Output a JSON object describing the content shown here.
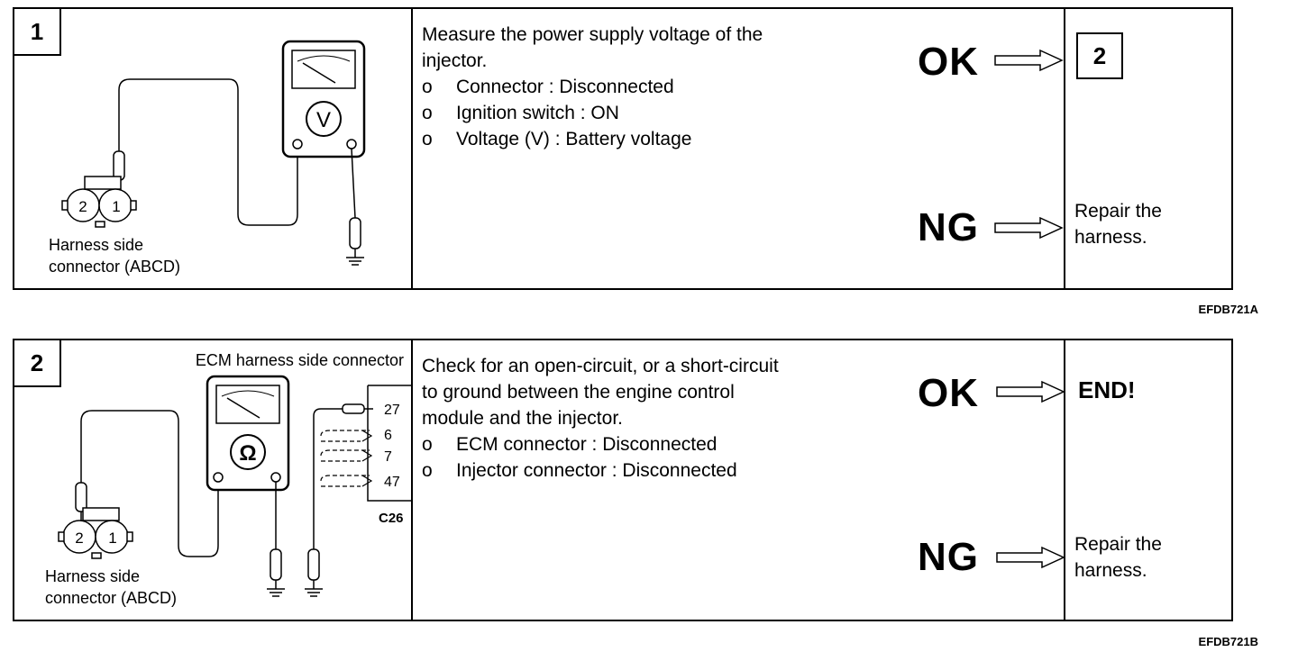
{
  "step1": {
    "number": "1",
    "figure": {
      "harness_label_1": "Harness side",
      "harness_label_2": "connector (ABCD)",
      "pin_2": "2",
      "pin_1": "1",
      "meter_symbol": "V"
    },
    "description": "Measure the power supply voltage of the injector.",
    "bullets": [
      {
        "marker": "o",
        "text": "Connector : Disconnected"
      },
      {
        "marker": "o",
        "text": "Ignition switch : ON"
      },
      {
        "marker": "o",
        "text": "Voltage (V) : Battery voltage"
      }
    ],
    "ok_label": "OK",
    "ng_label": "NG",
    "ok_result": "2",
    "ng_result_line1": "Repair the",
    "ng_result_line2": "harness.",
    "code": "EFDB721A"
  },
  "step2": {
    "number": "2",
    "figure": {
      "ecm_label": "ECM harness side connector",
      "harness_label_1": "Harness side",
      "harness_label_2": "connector (ABCD)",
      "pin_2": "2",
      "pin_1": "1",
      "meter_symbol": "Ω",
      "ecm_pins": [
        "27",
        "6",
        "7",
        "47"
      ],
      "ecm_connector": "C26"
    },
    "description_lines": [
      "Check for an open-circuit, or a short-circuit",
      "to ground between the engine control",
      "module and the injector."
    ],
    "bullets": [
      {
        "marker": "o",
        "text": "ECM connector : Disconnected"
      },
      {
        "marker": "o",
        "text": "Injector connector : Disconnected"
      }
    ],
    "ok_label": "OK",
    "ng_label": "NG",
    "ok_result": "END!",
    "ng_result_line1": "Repair the",
    "ng_result_line2": "harness.",
    "code": "EFDB721B"
  }
}
